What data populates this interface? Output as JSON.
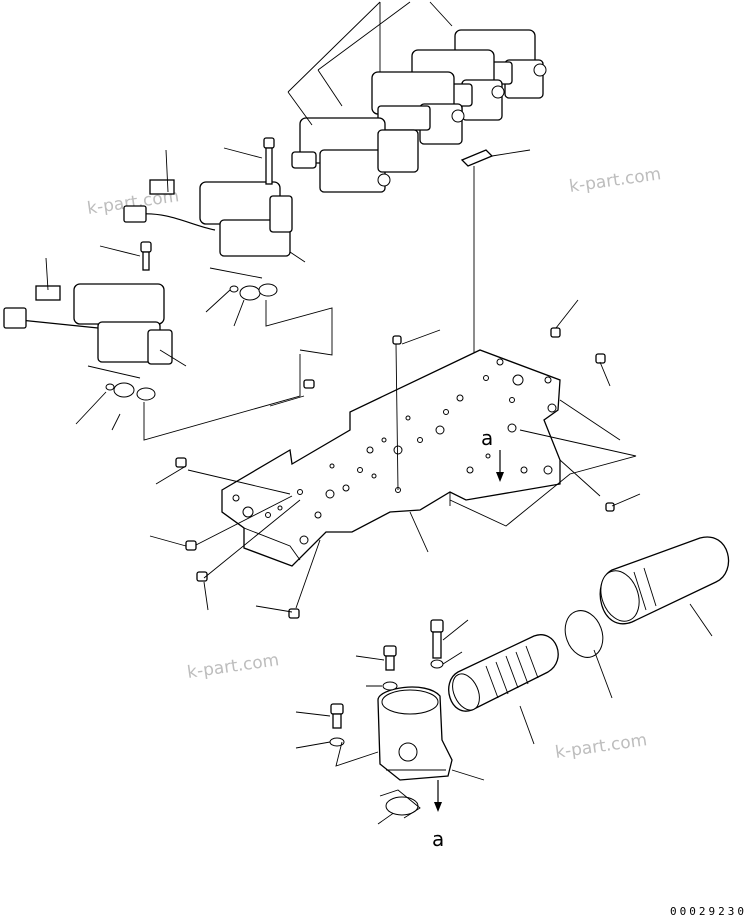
{
  "watermarks": [
    "k-part.com",
    "k-part.com",
    "k-part.com",
    "k-part.com"
  ],
  "references": {
    "plate": "a",
    "filter": "a"
  },
  "drawing_number": "00029230"
}
